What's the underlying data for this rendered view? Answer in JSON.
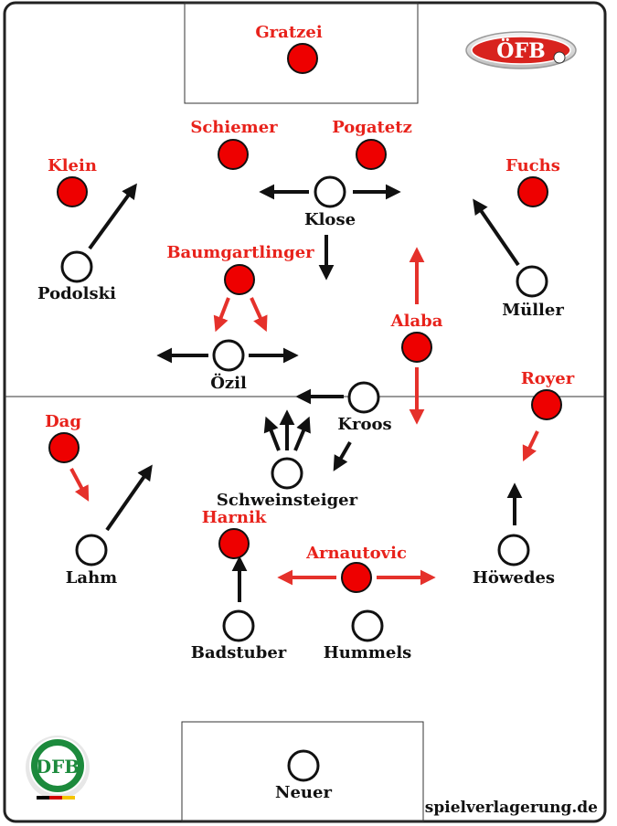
{
  "colors": {
    "austria": "#e8221b",
    "germany": "#111111",
    "arrow_red": "#e5312b",
    "arrow_black": "#111111",
    "player_fill_austria": "#ee0000",
    "player_fill_germany": "#ffffff",
    "line": "#222222"
  },
  "players": {
    "gratzei": "Gratzei",
    "schiemer": "Schiemer",
    "pogatetz": "Pogatetz",
    "klein": "Klein",
    "fuchs": "Fuchs",
    "baumgartlinger": "Baumgartlinger",
    "alaba": "Alaba",
    "royer": "Royer",
    "dag": "Dag",
    "harnik": "Harnik",
    "arnautovic": "Arnautovic",
    "klose": "Klose",
    "podolski": "Podolski",
    "mueller": "Müller",
    "oezil": "Özil",
    "kroos": "Kroos",
    "schweinsteiger": "Schweinsteiger",
    "lahm": "Lahm",
    "hoewedes": "Höwedes",
    "badstuber": "Badstuber",
    "hummels": "Hummels",
    "neuer": "Neuer"
  },
  "logos": {
    "top_right": "ÖFB",
    "bottom_left": "DFB"
  },
  "credit": "spielverlagerung.de"
}
